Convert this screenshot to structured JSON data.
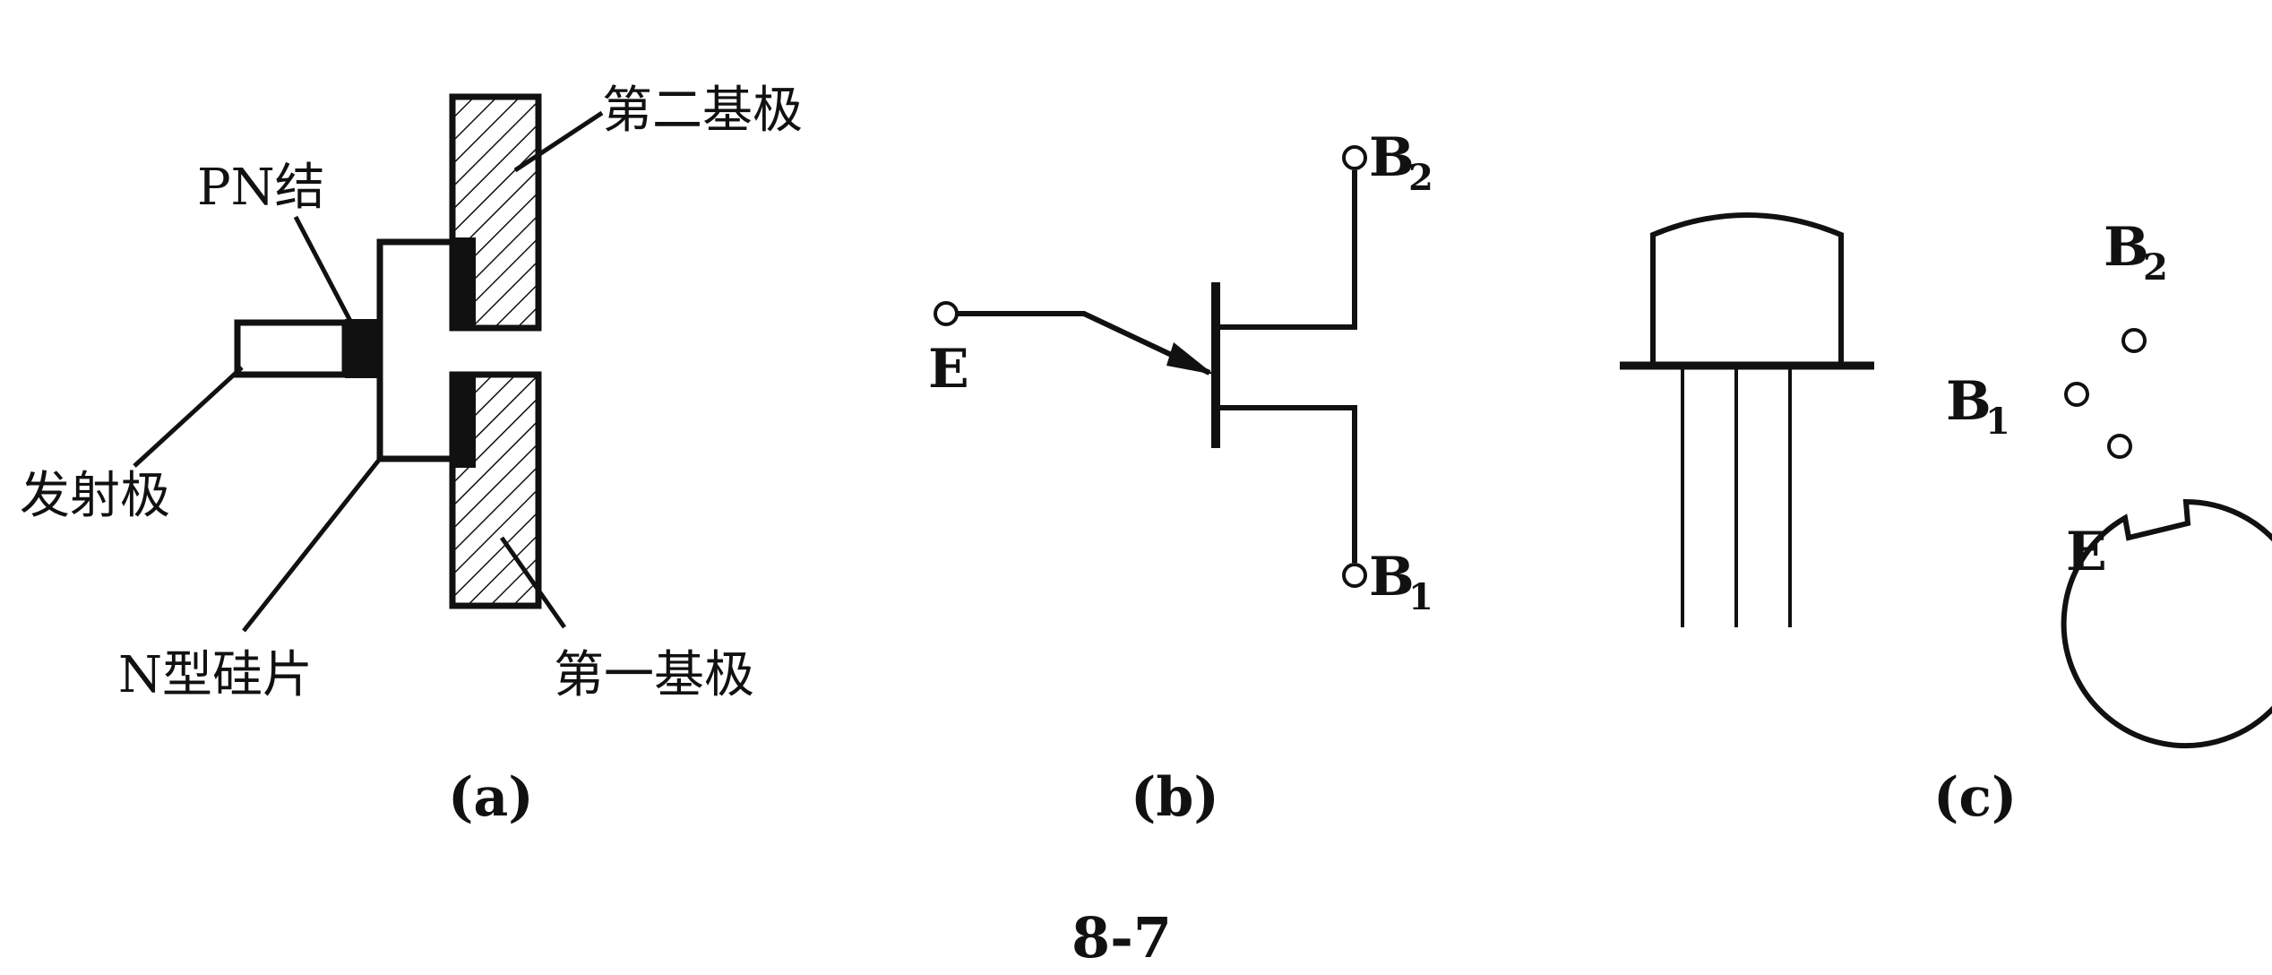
{
  "figure": {
    "number": "8-7",
    "panels": [
      {
        "caption": "(a)",
        "labels": {
          "second_base": "第二基极",
          "pn_junction": "PN结",
          "emitter": "发射极",
          "n_silicon": "N型硅片",
          "first_base": "第一基极"
        }
      },
      {
        "caption": "(b)",
        "labels": {
          "emitter": "E",
          "base2_main": "B",
          "base2_sub": "2",
          "base1_main": "B",
          "base1_sub": "1"
        }
      },
      {
        "caption": "(c)",
        "labels": {
          "base2_main": "B",
          "base2_sub": "2",
          "base1_main": "B",
          "base1_sub": "1",
          "emitter": "E"
        }
      }
    ]
  },
  "colors": {
    "ink": "#111111",
    "background": "#ffffff"
  }
}
